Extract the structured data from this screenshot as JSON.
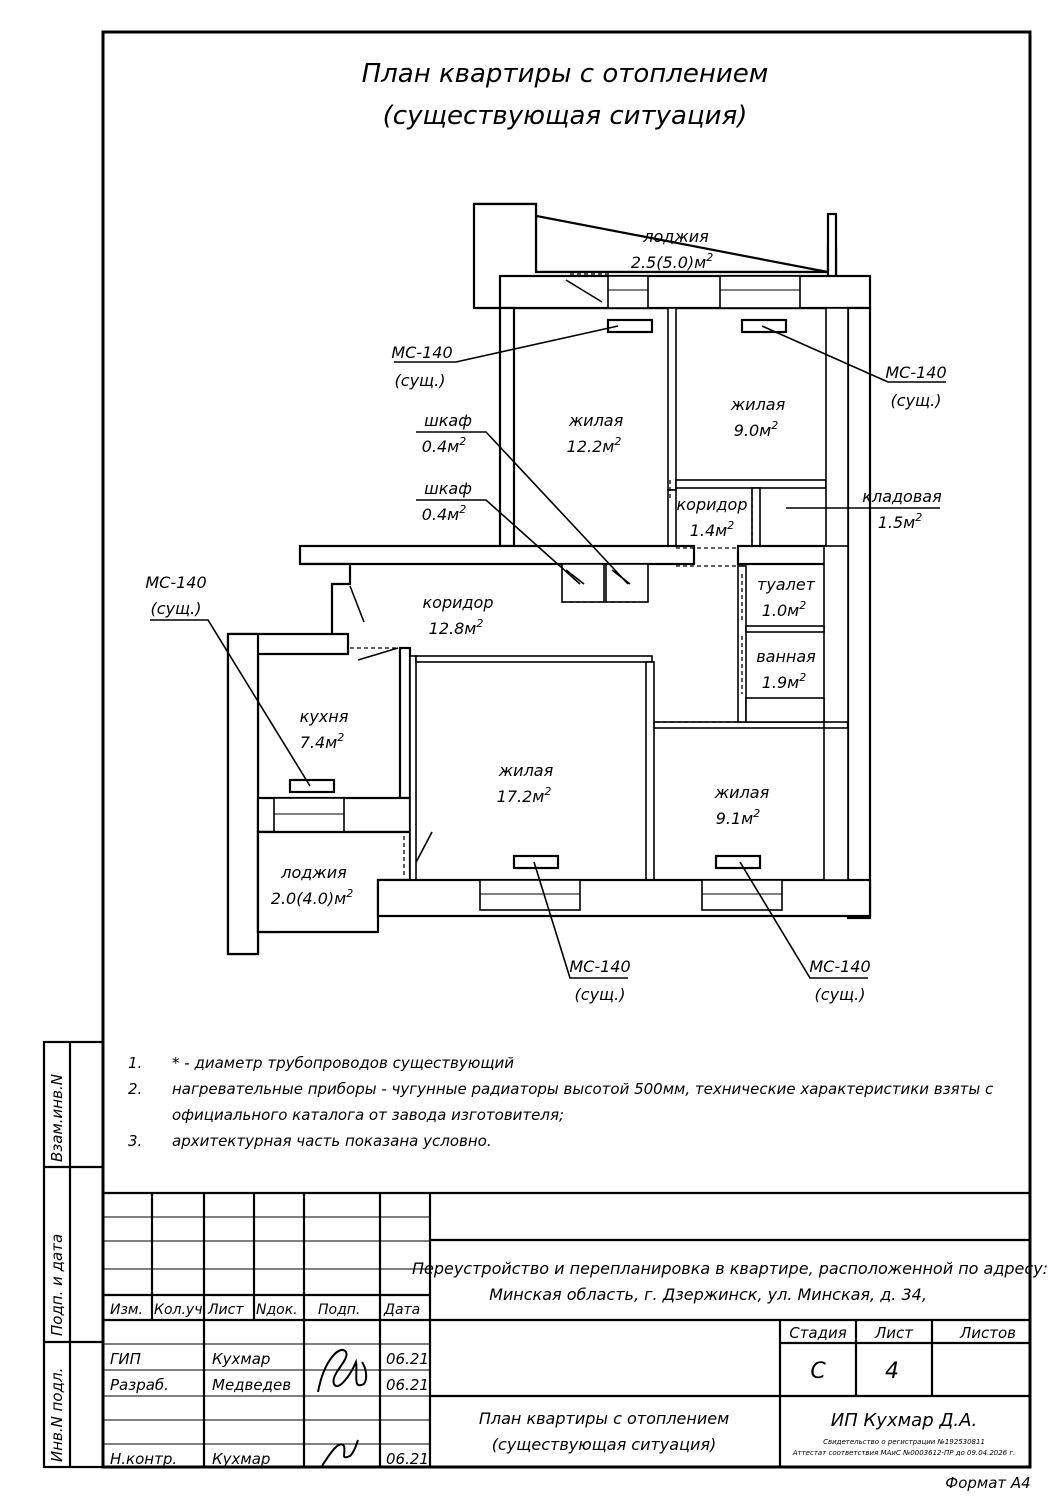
{
  "title": {
    "line1": "План квартиры с отоплением",
    "line2": "(существующая ситуация)"
  },
  "rooms": [
    {
      "id": "loggia-top",
      "name": "лоджия",
      "area": "2.5(5.0)м",
      "sup": "2"
    },
    {
      "id": "living-122",
      "name": "жилая",
      "area": "12.2м",
      "sup": "2"
    },
    {
      "id": "living-90",
      "name": "жилая",
      "area": "9.0м",
      "sup": "2"
    },
    {
      "id": "corridor-14",
      "name": "коридор",
      "area": "1.4м",
      "sup": "2"
    },
    {
      "id": "storage",
      "name": "кладовая",
      "area": "1.5м",
      "sup": "2"
    },
    {
      "id": "wardrobe-1",
      "name": "шкаф",
      "area": "0.4м",
      "sup": "2"
    },
    {
      "id": "wardrobe-2",
      "name": "шкаф",
      "area": "0.4м",
      "sup": "2"
    },
    {
      "id": "toilet",
      "name": "туалет",
      "area": "1.0м",
      "sup": "2"
    },
    {
      "id": "bathroom",
      "name": "ванная",
      "area": "1.9м",
      "sup": "2"
    },
    {
      "id": "corridor-128",
      "name": "коридор",
      "area": "12.8м",
      "sup": "2"
    },
    {
      "id": "kitchen",
      "name": "кухня",
      "area": "7.4м",
      "sup": "2"
    },
    {
      "id": "living-172",
      "name": "жилая",
      "area": "17.2м",
      "sup": "2"
    },
    {
      "id": "living-91",
      "name": "жилая",
      "area": "9.1м",
      "sup": "2"
    },
    {
      "id": "loggia-bottom",
      "name": "лоджия",
      "area": "2.0(4.0)м",
      "sup": "2"
    }
  ],
  "radiators": [
    {
      "id": "rad-1",
      "model": "МС-140",
      "status": "(сущ.)"
    },
    {
      "id": "rad-2",
      "model": "МС-140",
      "status": "(сущ.)"
    },
    {
      "id": "rad-3",
      "model": "МС-140",
      "status": "(сущ.)"
    },
    {
      "id": "rad-4",
      "model": "МС-140",
      "status": "(сущ.)"
    },
    {
      "id": "rad-5",
      "model": "МС-140",
      "status": "(сущ.)"
    }
  ],
  "notes": [
    {
      "num": "1.",
      "lines": [
        "* - диаметр трубопроводов существующий"
      ]
    },
    {
      "num": "2.",
      "lines": [
        "нагревательные приборы - чугунные радиаторы высотой 500мм, технические характеристики взяты с",
        "официального каталога от завода изготовителя;"
      ]
    },
    {
      "num": "3.",
      "lines": [
        "архитектурная часть показана условно."
      ]
    }
  ],
  "side_stamps": {
    "vzam": "Взам.инв.N",
    "podp": "Подп. и дата",
    "inv": "Инв.N подл."
  },
  "title_block": {
    "project": [
      "Переустройство и перепланировка в квартире, расположенной по адресу:",
      "Минская область, г. Дзержинск, ул. Минская, д. 34,"
    ],
    "headers": [
      "Изм.",
      "Кол.уч.",
      "Лист",
      "Nдок.",
      "Подп.",
      "Дата"
    ],
    "people": [
      {
        "role": "ГИП",
        "name": "Кухмар",
        "date": "06.21"
      },
      {
        "role": "Разраб.",
        "name": "Медведев",
        "date": "06.21"
      },
      {
        "role": "Н.контр.",
        "name": "Кухмар",
        "date": "06.21"
      }
    ],
    "sheet_title": [
      "План квартиры с отоплением",
      "(существующая ситуация)"
    ],
    "stage_label": "Стадия",
    "sheet_label": "Лист",
    "sheets_label": "Листов",
    "stage": "С",
    "sheet": "4",
    "sheets": "",
    "company": "ИП Кухмар Д.А.",
    "cert1": "Свидетельство о регистрации №192530811",
    "cert2": "Аттестат соответствия МАиС №0003612-ПР до 09.04.2026 г."
  },
  "format": "Формат А4"
}
